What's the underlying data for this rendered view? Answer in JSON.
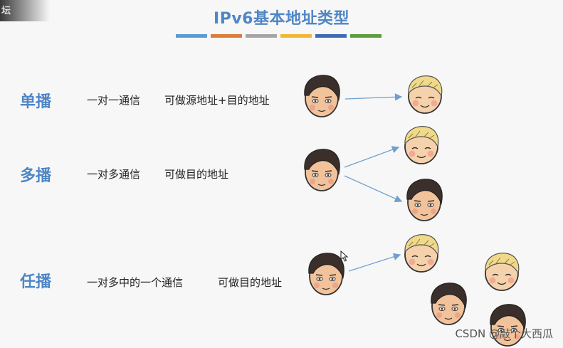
{
  "slide": {
    "corner_text": "坛",
    "title": "IPv6基本地址类型",
    "stripe_colors": [
      "#5b9bd5",
      "#e07b39",
      "#a5a5a5",
      "#f2b632",
      "#3d6cb5",
      "#5b9e3d"
    ]
  },
  "rows": [
    {
      "label": "单播",
      "desc_comm": "一对一通信",
      "desc_addr": "可做源地址+目的地址"
    },
    {
      "label": "多播",
      "desc_comm": "一对多通信",
      "desc_addr": "可做目的地址"
    },
    {
      "label": "任播",
      "desc_comm": "一对多中的一个通信",
      "desc_addr": "可做目的地址"
    }
  ],
  "watermark": "CSDN @敲个大西瓜",
  "colors": {
    "accent": "#4f86c6",
    "arrow": "#6f9fcd"
  }
}
